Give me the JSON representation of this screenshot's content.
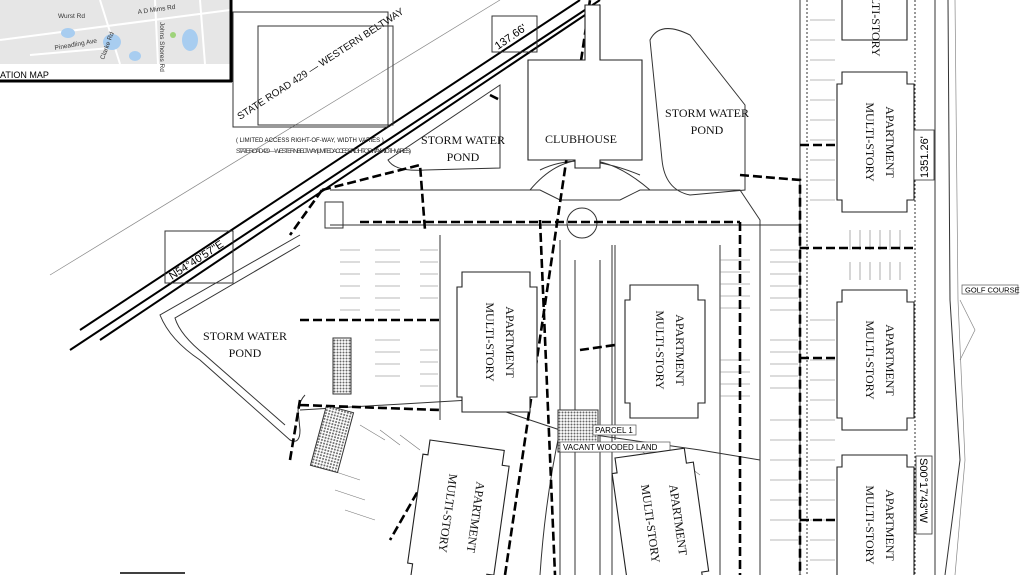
{
  "location_map": {
    "caption": "ATION MAP",
    "streets": [
      "Wurst Rd",
      "A D Mims Rd",
      "Pineadling Ave",
      "Clarke Rd",
      "Johns Shores Rd"
    ]
  },
  "highway": {
    "name": "STATE ROAD 429 — WESTERN BELTWAY",
    "note": "( LIMITED ACCESS RIGHT-OF-WAY, WIDTH VARIES )",
    "overlap_text": "STATE ROAD 429 — WESTERN BELTWAY (LIMITED ACCESS RIGHT-OF-WAY, WIDTH VARIES)"
  },
  "dimensions": {
    "top": "137.66'",
    "west": "N54°40'57\"E",
    "east_length": "1351.26'",
    "east_bearing": "S00°17'43\"W"
  },
  "labels": {
    "pond_west": [
      "STORM WATER",
      "POND"
    ],
    "pond_north": [
      "STORM WATER",
      "POND"
    ],
    "pond_northeast": [
      "STORM WATER",
      "POND"
    ],
    "clubhouse": "CLUBHOUSE",
    "apartment": [
      "MULTI-STORY",
      "APARTMENT"
    ],
    "parcel": "PARCEL 1",
    "parcel_desc": "VACANT WOODED LAND",
    "golf_course": "GOLF COURSE"
  },
  "colors": {
    "map_bg": "#e8e8e8",
    "water": "#a8cdf0",
    "hatch": "#777777"
  }
}
